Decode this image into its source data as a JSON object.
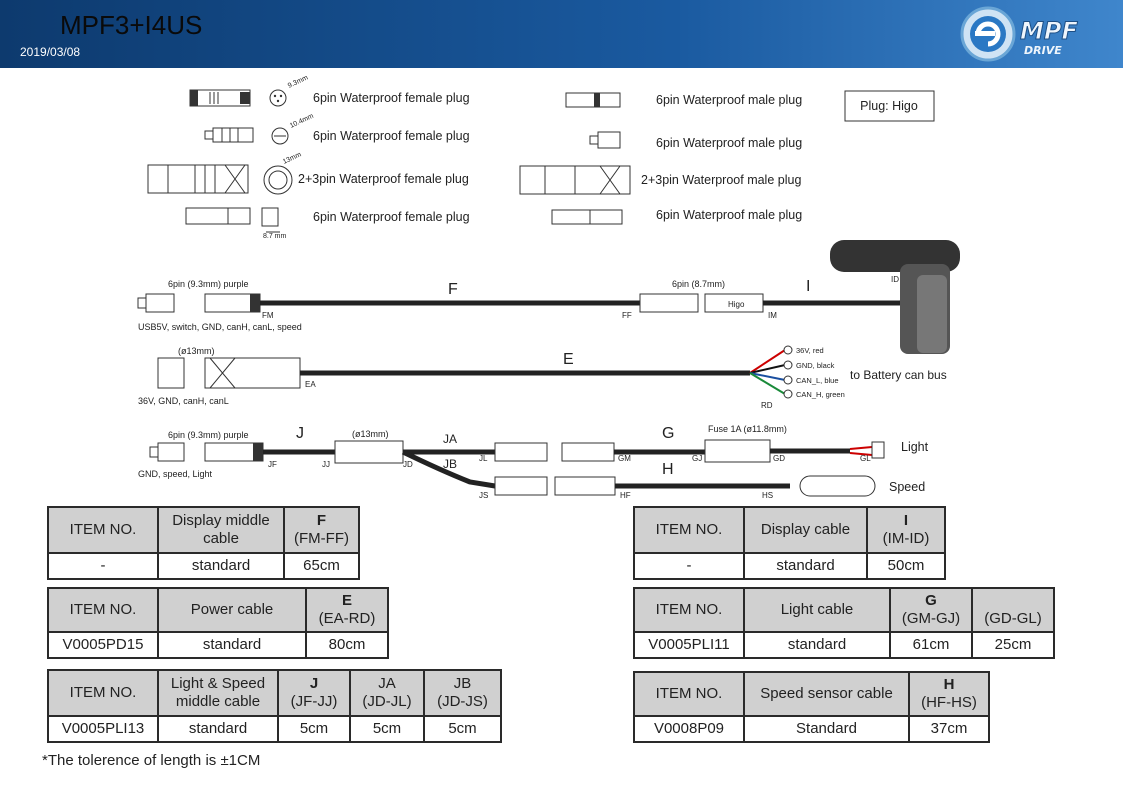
{
  "header": {
    "title": "MPF3+I4US",
    "date": "2019/03/08",
    "logo_text": "MPF DRIVE"
  },
  "legend": {
    "female": [
      "6pin Waterproof female plug",
      "6pin Waterproof female plug",
      "2+3pin Waterproof female plug",
      "6pin Waterproof female plug"
    ],
    "male": [
      "6pin Waterproof male plug",
      "6pin Waterproof male plug",
      "2+3pin Waterproof male plug",
      "6pin Waterproof male plug"
    ],
    "dims": [
      "9.3mm",
      "10.4mm",
      "13mm",
      "8.7 mm"
    ],
    "plug_box": "Plug: Higo"
  },
  "cable_f": {
    "left_label": "6pin (9.3mm) purple",
    "letter_f": "F",
    "right_label": "6pin (8.7mm)",
    "letter_i": "I",
    "pins": "USB5V, switch, GND, canH, canL, speed",
    "fm": "FM",
    "ff": "FF",
    "im": "IM",
    "id": "ID",
    "higo": "Higo"
  },
  "cable_e": {
    "label": "(ø13mm)",
    "letter": "E",
    "pins": "36V, GND, canH, canL",
    "ea": "EA",
    "rd": "RD",
    "wires": [
      "36V, red",
      "GND, black",
      "CAN_L, blue",
      "CAN_H, green"
    ],
    "to": "to Battery can bus"
  },
  "cable_j": {
    "label": "6pin (9.3mm) purple",
    "letter_j": "J",
    "dia": "(ø13mm)",
    "ja": "JA",
    "jb": "JB",
    "g": "G",
    "h": "H",
    "fuse": "Fuse 1A (ø11.8mm)",
    "light": "Light",
    "speed": "Speed",
    "pins": "GND, speed, Light",
    "jf": "JF",
    "jj": "JJ",
    "jd": "JD",
    "jl": "JL",
    "js": "JS",
    "gm": "GM",
    "gj": "GJ",
    "gd": "GD",
    "gl": "GL",
    "hf": "HF",
    "hs": "HS"
  },
  "tables": {
    "f": {
      "h": [
        "ITEM NO.",
        "Display middle cable",
        "F",
        "(FM-FF)"
      ],
      "v": [
        "-",
        "standard",
        "65cm"
      ]
    },
    "i": {
      "h": [
        "ITEM NO.",
        "Display cable",
        "I",
        "(IM-ID)"
      ],
      "v": [
        "-",
        "standard",
        "50cm"
      ]
    },
    "e": {
      "h": [
        "ITEM NO.",
        "Power cable",
        "E",
        "(EA-RD)"
      ],
      "v": [
        "V0005PD15",
        "standard",
        "80cm"
      ]
    },
    "g": {
      "h": [
        "ITEM NO.",
        "Light cable",
        "G",
        "(GM-GJ)",
        "(GD-GL)"
      ],
      "v": [
        "V0005PLI11",
        "standard",
        "61cm",
        "25cm"
      ]
    },
    "j": {
      "h": [
        "ITEM NO.",
        "Light & Speed middle cable",
        "J",
        "(JF-JJ)",
        "JA",
        "(JD-JL)",
        "JB",
        "(JD-JS)"
      ],
      "v": [
        "V0005PLI13",
        "standard",
        "5cm",
        "5cm",
        "5cm"
      ]
    },
    "h": {
      "h": [
        "ITEM NO.",
        "Speed sensor cable",
        "H",
        "(HF-HS)"
      ],
      "v": [
        "V0008P09",
        "Standard",
        "37cm"
      ]
    }
  },
  "note": "*The tolerence of length is ±1CM"
}
